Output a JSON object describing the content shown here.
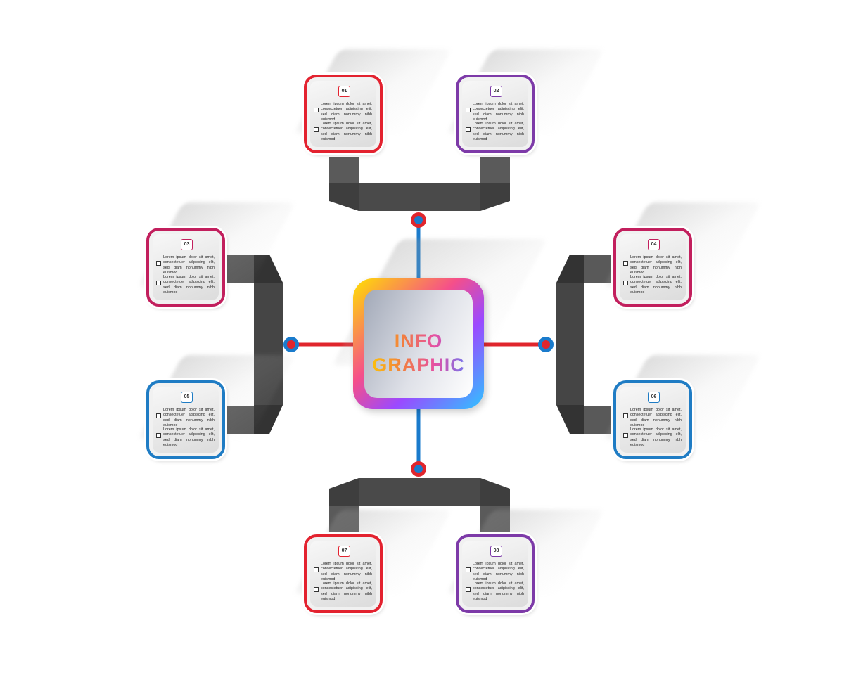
{
  "colors": {
    "red": "#e3222f",
    "purple": "#7d3aa8",
    "magenta": "#c21f5d",
    "blue": "#1f7cc4",
    "connector_dark": "#4a4a4a",
    "node_blue": "#1a7bcc",
    "node_red": "#e0252c"
  },
  "center": {
    "line1": "INFO",
    "line2": "GRAPHIC"
  },
  "cards": [
    {
      "number": "01",
      "color": "#e3222f",
      "line1": "Lorem ipsum dolor sit amet, consectetuer adipiscing elit, sed diam nonummy nibh euismod",
      "line2": "Lorem ipsum dolor sit amet, consectetuer adipiscing elit, sed diam nonummy nibh euismod"
    },
    {
      "number": "02",
      "color": "#7d3aa8",
      "line1": "Lorem ipsum dolor sit amet, consectetuer adipiscing elit, sed diam nonummy nibh euismod",
      "line2": "Lorem ipsum dolor sit amet, consectetuer adipiscing elit, sed diam nonummy nibh euismod"
    },
    {
      "number": "03",
      "color": "#c21f5d",
      "line1": "Lorem ipsum dolor sit amet, consectetuer adipiscing elit, sed diam nonummy nibh euismod",
      "line2": "Lorem ipsum dolor sit amet, consectetuer adipiscing elit, sed diam nonummy nibh euismod"
    },
    {
      "number": "04",
      "color": "#c21f5d",
      "line1": "Lorem ipsum dolor sit amet, consectetuer adipiscing elit, sed diam nonummy nibh euismod",
      "line2": "Lorem ipsum dolor sit amet, consectetuer adipiscing elit, sed diam nonummy nibh euismod"
    },
    {
      "number": "05",
      "color": "#1f7cc4",
      "line1": "Lorem ipsum dolor sit amet, consectetuer adipiscing elit, sed diam nonummy nibh euismod",
      "line2": "Lorem ipsum dolor sit amet, consectetuer adipiscing elit, sed diam nonummy nibh euismod"
    },
    {
      "number": "06",
      "color": "#1f7cc4",
      "line1": "Lorem ipsum dolor sit amet, consectetuer adipiscing elit, sed diam nonummy nibh euismod",
      "line2": "Lorem ipsum dolor sit amet, consectetuer adipiscing elit, sed diam nonummy nibh euismod"
    },
    {
      "number": "07",
      "color": "#e3222f",
      "line1": "Lorem ipsum dolor sit amet, consectetuer adipiscing elit, sed diam nonummy nibh euismod",
      "line2": "Lorem ipsum dolor sit amet, consectetuer adipiscing elit, sed diam nonummy nibh euismod"
    },
    {
      "number": "08",
      "color": "#7d3aa8",
      "line1": "Lorem ipsum dolor sit amet, consectetuer adipiscing elit, sed diam nonummy nibh euismod",
      "line2": "Lorem ipsum dolor sit amet, consectetuer adipiscing elit, sed diam nonummy nibh euismod"
    }
  ]
}
